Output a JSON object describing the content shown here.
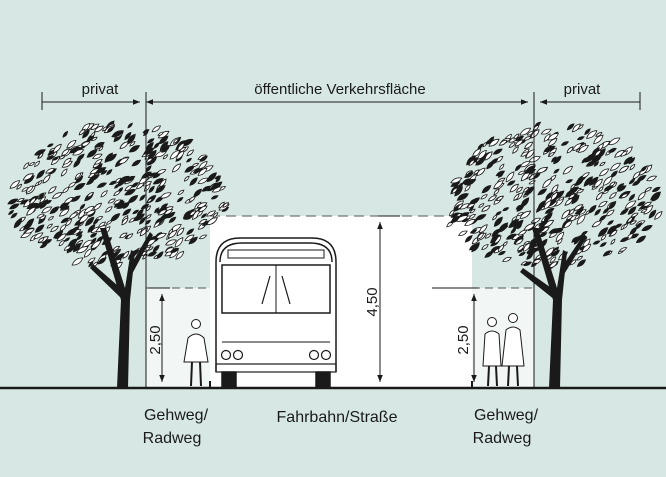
{
  "labels": {
    "private_left": "privat",
    "public_area": "öffentliche Verkehrsfläche",
    "private_right": "privat",
    "dim_left": "2,50",
    "dim_center": "4,50",
    "dim_right": "2,50",
    "sidewalk_left_line1": "Gehweg/",
    "sidewalk_left_line2": "Radweg",
    "road": "Fahrbahn/Straße",
    "sidewalk_right_line1": "Gehweg/",
    "sidewalk_right_line2": "Radweg"
  },
  "colors": {
    "background": "#d7e8e4",
    "clearance_fill": "#ffffff",
    "line": "#1a1a1a"
  }
}
